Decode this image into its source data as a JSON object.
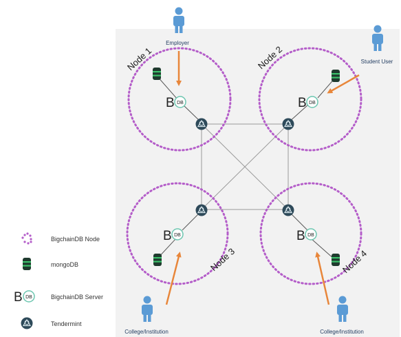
{
  "nodes": [
    {
      "label": "Node 1"
    },
    {
      "label": "Node 2"
    },
    {
      "label": "Node 3"
    },
    {
      "label": "Node 4"
    }
  ],
  "actors": [
    {
      "label": "Employer"
    },
    {
      "label": "Student User"
    },
    {
      "label": "College/Institution"
    },
    {
      "label": "College/Institution"
    }
  ],
  "legend": {
    "node": "BigchainDB Node",
    "mongo": "mongoDB",
    "server": "BigchainDB Server",
    "tendermint": "Tendermint"
  },
  "icons": {
    "server_letter": "B",
    "server_badge": "DB"
  },
  "colors": {
    "node_ring": "#b45dc9",
    "arrow": "#e8863a",
    "person": "#5b9bd5",
    "tendermint": "#2e4a5a",
    "mongo": "#1f3a2e",
    "mongo_stripe": "#3cc06a",
    "server_ring": "#6cc6b0",
    "panel": "#f2f2f2",
    "network_line": "#9a9a9a"
  }
}
